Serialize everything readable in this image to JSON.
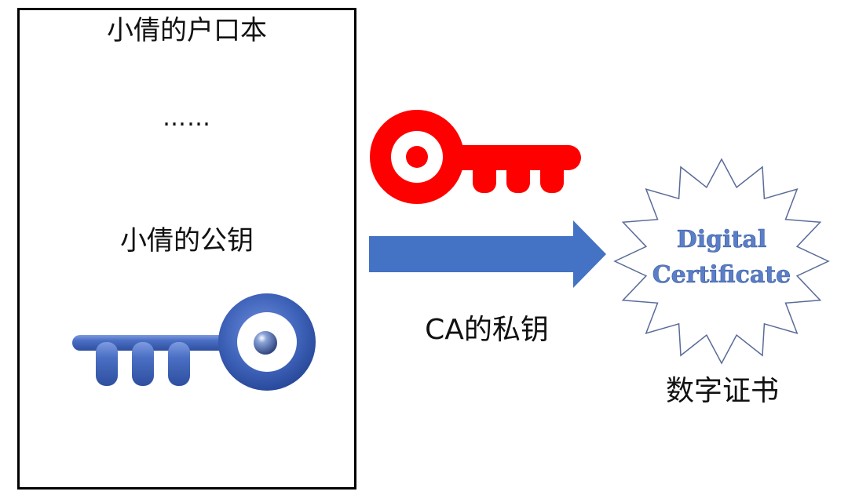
{
  "household_register": {
    "title": "小倩的户口本",
    "ellipsis": "……",
    "public_key_label": "小倩的公钥"
  },
  "ca": {
    "private_key_label": "CA的私钥"
  },
  "certificate": {
    "badge_line1": "Digital",
    "badge_line2": "Certificate",
    "label": "数字证书"
  },
  "colors": {
    "private_key": "#ff0000",
    "public_key": "#3d62b4",
    "arrow": "#4472c4",
    "badge_text": "#5b7ec8",
    "badge_stroke": "#5a6b99"
  },
  "icons": {
    "public_key": "blue-key-icon",
    "private_key": "red-key-icon",
    "certificate": "starburst-badge-icon"
  }
}
